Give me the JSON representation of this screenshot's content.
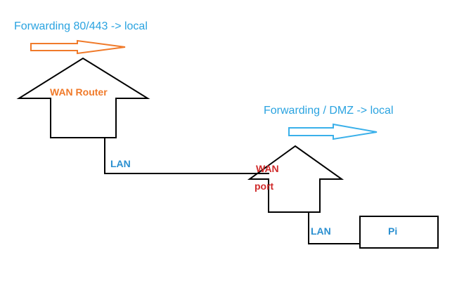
{
  "labels": {
    "forwarding_top": "Forwarding 80/443 -> local",
    "forwarding_mid": "Forwarding / DMZ -> local",
    "wan_router": "WAN Router",
    "lan_1": "LAN",
    "wan_port_line1": "WAN",
    "wan_port_line2": "port",
    "lan_2": "LAN",
    "pi": "Pi"
  },
  "colors": {
    "forwarding_text": "#2aa3e0",
    "router_label": "#f07a2a",
    "lan_label": "#2a8fd0",
    "wan_port_label": "#d02a2a",
    "pi_label": "#2a8fd0",
    "orange_arrow": "#f07a2a",
    "blue_arrow": "#3ab0ea",
    "outline": "#000000"
  }
}
